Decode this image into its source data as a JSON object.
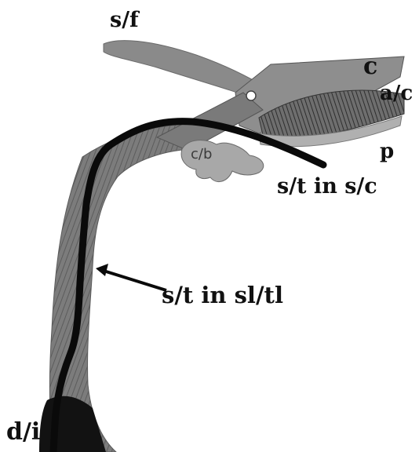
{
  "labels": {
    "sf": "s/f",
    "c": "c",
    "ac": "a/c",
    "p": "p",
    "cb": "c/b",
    "st_sc": "s/t in s/c",
    "st_sltl": "s/t in sl/tl",
    "di": "d/i"
  },
  "colors": {
    "background": "#ffffff",
    "bone": "#7a7a7a",
    "bone_dark": "#4d4d4d",
    "tract": "#0a0a0a",
    "fin": "#8c8c8c",
    "label": "#111111"
  }
}
